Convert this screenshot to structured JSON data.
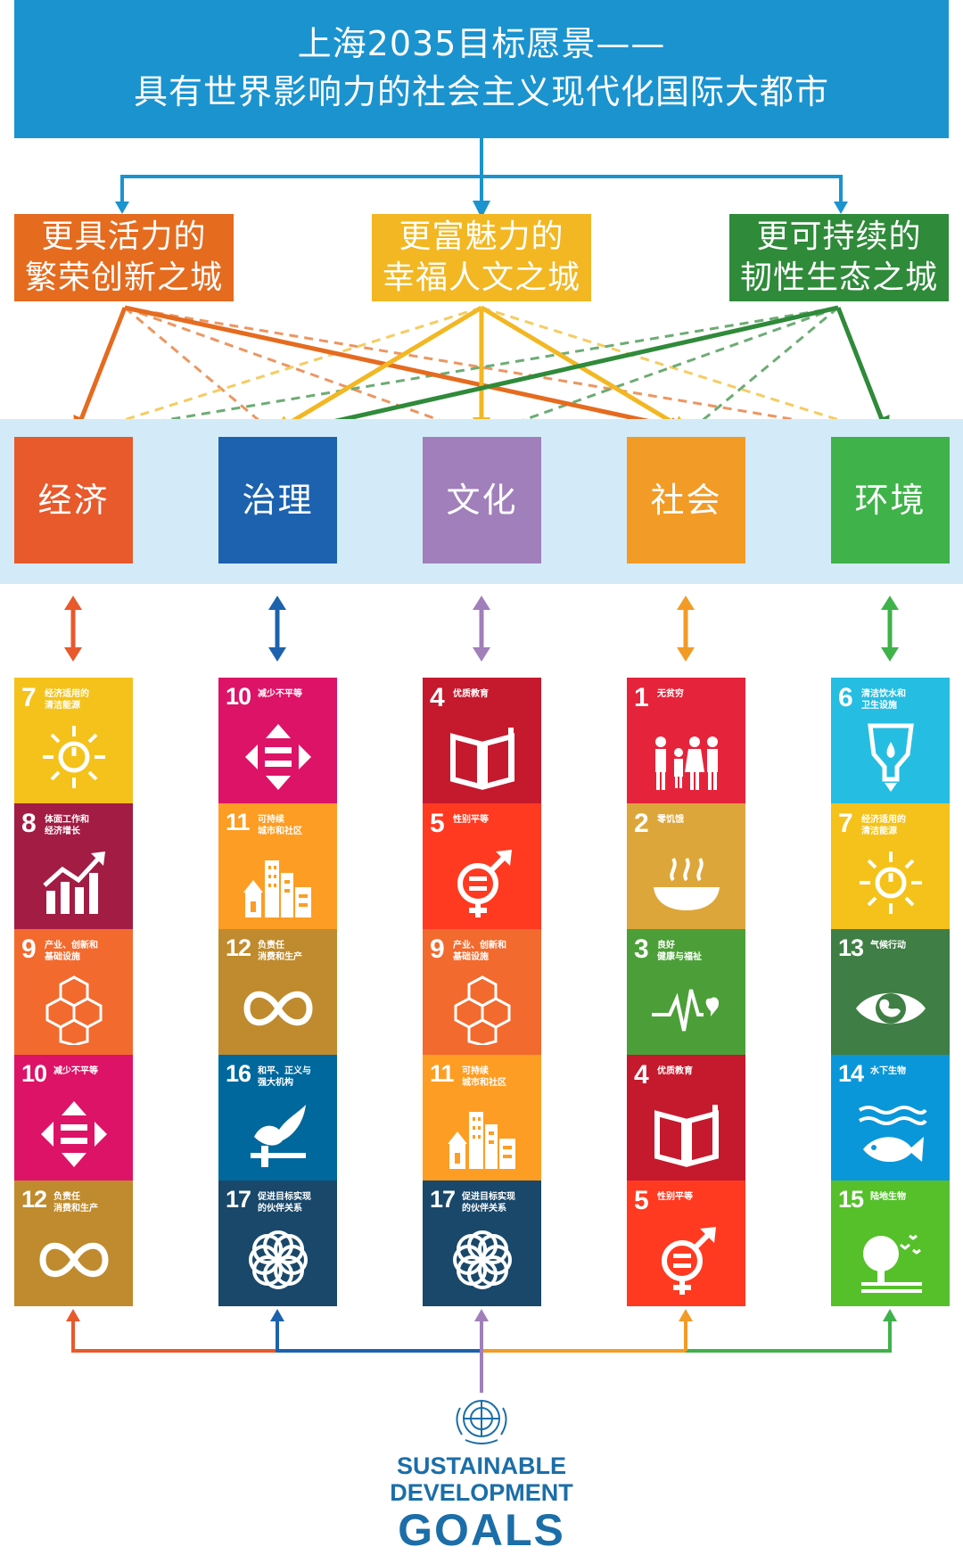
{
  "title": {
    "line1": "上海2035目标愿景——",
    "line2": "具有世界影响力的社会主义现代化国际大都市"
  },
  "themes": [
    {
      "line1": "更具活力的",
      "line2": "繁荣创新之城",
      "color": "#e56b1f"
    },
    {
      "line1": "更富魅力的",
      "line2": "幸福人文之城",
      "color": "#f2b722"
    },
    {
      "line1": "更可持续的",
      "line2": "韧性生态之城",
      "color": "#2f8a3a"
    }
  ],
  "dimensions": [
    {
      "label": "经济",
      "color": "#e8592b"
    },
    {
      "label": "治理",
      "color": "#1c62ae"
    },
    {
      "label": "文化",
      "color": "#a07fba"
    },
    {
      "label": "社会",
      "color": "#f29b26"
    },
    {
      "label": "环境",
      "color": "#3fb24a"
    }
  ],
  "columns": [
    [
      {
        "num": "7",
        "label": "经济适用的\n清洁能源",
        "icon": "energy-icon",
        "color": "#f4c21a"
      },
      {
        "num": "8",
        "label": "体面工作和\n经济增长",
        "icon": "growth-icon",
        "color": "#a21c44"
      },
      {
        "num": "9",
        "label": "产业、创新和\n基础设施",
        "icon": "cubes-icon",
        "color": "#f26a2e"
      },
      {
        "num": "10",
        "label": "减少不平等",
        "icon": "equality-icon",
        "color": "#dd1367"
      },
      {
        "num": "12",
        "label": "负责任\n消费和生产",
        "icon": "infinity-icon",
        "color": "#bf8b2e"
      }
    ],
    [
      {
        "num": "10",
        "label": "减少不平等",
        "icon": "equality-icon",
        "color": "#dd1367"
      },
      {
        "num": "11",
        "label": "可持续\n城市和社区",
        "icon": "city-icon",
        "color": "#fd9d24"
      },
      {
        "num": "12",
        "label": "负责任\n消费和生产",
        "icon": "infinity-icon",
        "color": "#bf8b2e"
      },
      {
        "num": "16",
        "label": "和平、正义与\n强大机构",
        "icon": "dove-icon",
        "color": "#00689d"
      },
      {
        "num": "17",
        "label": "促进目标实现\n的伙伴关系",
        "icon": "flower-icon",
        "color": "#19486a"
      }
    ],
    [
      {
        "num": "4",
        "label": "优质教育",
        "icon": "book-icon",
        "color": "#c5192d"
      },
      {
        "num": "5",
        "label": "性别平等",
        "icon": "gender-icon",
        "color": "#ff3a21"
      },
      {
        "num": "9",
        "label": "产业、创新和\n基础设施",
        "icon": "cubes-icon",
        "color": "#f26a2e"
      },
      {
        "num": "11",
        "label": "可持续\n城市和社区",
        "icon": "city-icon",
        "color": "#fd9d24"
      },
      {
        "num": "17",
        "label": "促进目标实现\n的伙伴关系",
        "icon": "flower-icon",
        "color": "#19486a"
      }
    ],
    [
      {
        "num": "1",
        "label": "无贫穷",
        "icon": "family-icon",
        "color": "#e5243b"
      },
      {
        "num": "2",
        "label": "零饥饿",
        "icon": "bowl-icon",
        "color": "#dda63a"
      },
      {
        "num": "3",
        "label": "良好\n健康与福祉",
        "icon": "heartbeat-icon",
        "color": "#4c9f38"
      },
      {
        "num": "4",
        "label": "优质教育",
        "icon": "book-icon",
        "color": "#c5192d"
      },
      {
        "num": "5",
        "label": "性别平等",
        "icon": "gender-icon",
        "color": "#ff3a21"
      }
    ],
    [
      {
        "num": "6",
        "label": "清洁饮水和\n卫生设施",
        "icon": "water-icon",
        "color": "#26bde2"
      },
      {
        "num": "7",
        "label": "经济适用的\n清洁能源",
        "icon": "energy-icon",
        "color": "#f4c21a"
      },
      {
        "num": "13",
        "label": "气候行动",
        "icon": "eye-globe-icon",
        "color": "#3f7e44"
      },
      {
        "num": "14",
        "label": "水下生物",
        "icon": "fish-icon",
        "color": "#0a97d9"
      },
      {
        "num": "15",
        "label": "陆地生物",
        "icon": "tree-icon",
        "color": "#56c02b"
      }
    ]
  ],
  "sdg_logo": {
    "line1": "SUSTAINABLE",
    "line2": "DEVELOPMENT",
    "line3": "GOALS",
    "color": "#1b6ea8"
  }
}
